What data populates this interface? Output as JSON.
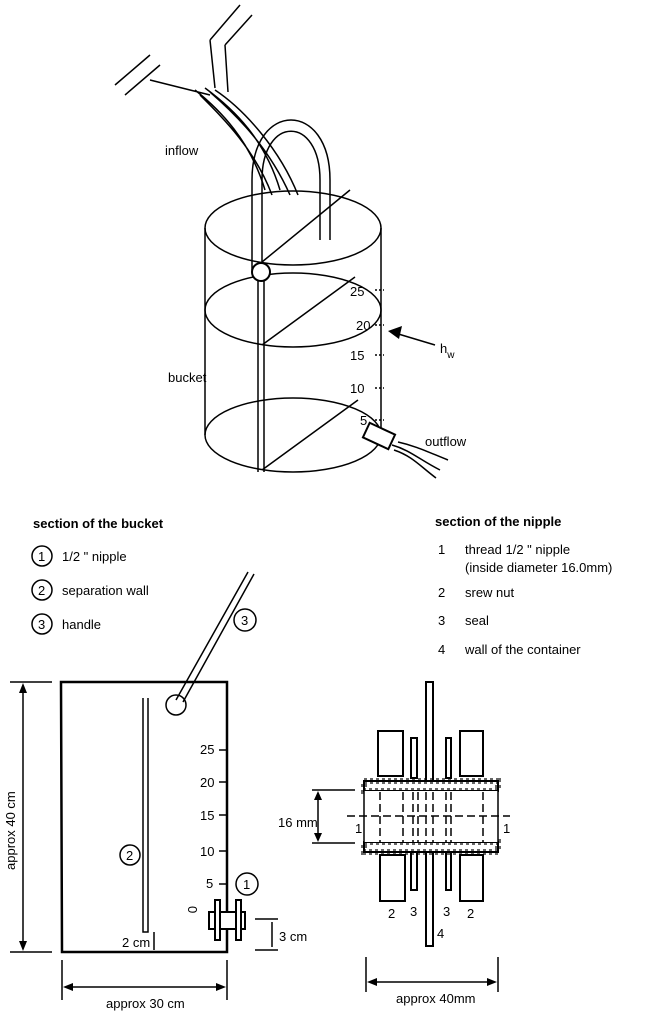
{
  "top_view": {
    "inflow": "inflow",
    "bucket": "bucket",
    "outflow": "outflow",
    "hw_main": "h",
    "hw_sub": "w",
    "scale": [
      "25",
      "20",
      "15",
      "10",
      "5"
    ]
  },
  "bucket_section": {
    "title": "section of the bucket",
    "legend": [
      {
        "num": "1",
        "label": "1/2 \" nipple"
      },
      {
        "num": "2",
        "label": "separation wall"
      },
      {
        "num": "3",
        "label": "handle"
      }
    ],
    "scale": [
      "25",
      "20",
      "15",
      "10",
      "5",
      "0"
    ],
    "height_dim": "approx  40 cm",
    "width_dim": "approx  30 cm",
    "wall_gap": "2 cm",
    "nipple_height": "3 cm"
  },
  "nipple_section": {
    "title": "section of the nipple",
    "legend": [
      {
        "num": "1",
        "label": "thread 1/2 \" nipple",
        "label2": "(inside diameter 16.0mm)"
      },
      {
        "num": "2",
        "label": "srew nut"
      },
      {
        "num": "3",
        "label": "seal"
      },
      {
        "num": "4",
        "label": "wall of the container"
      }
    ],
    "diameter_dim": "16 mm",
    "width_dim": "approx 40mm",
    "part_labels": [
      "1",
      "1",
      "2",
      "3",
      "3",
      "2",
      "4"
    ]
  }
}
